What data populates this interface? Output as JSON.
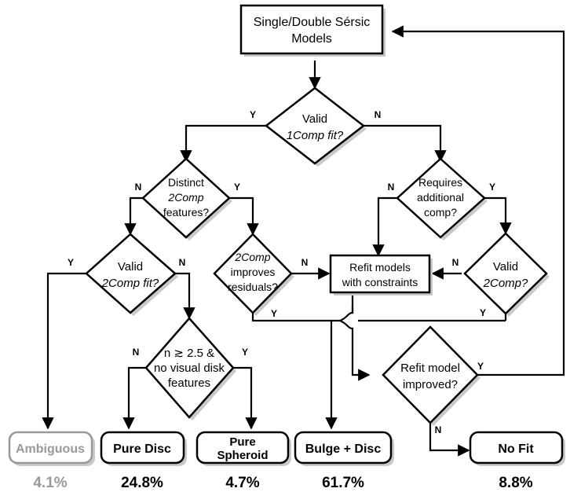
{
  "diagram": {
    "title": "Sersic model decision tree",
    "colors": {
      "stroke": "#000000",
      "fill": "#ffffff",
      "shadow": "#c9c9c9",
      "muted": "#999999"
    },
    "process_nodes": [
      {
        "id": "start",
        "lines": [
          "Single/Double Sérsic",
          "Models"
        ]
      },
      {
        "id": "refit",
        "lines": [
          "Refit models",
          "with constraints"
        ]
      }
    ],
    "decision_nodes": [
      {
        "id": "valid1comp",
        "lines": [
          "Valid",
          "1Comp fit?"
        ],
        "italic_line": 1
      },
      {
        "id": "distinct2comp",
        "lines": [
          "Distinct",
          "2Comp",
          "features?"
        ],
        "italic_line": 1
      },
      {
        "id": "requires_add",
        "lines": [
          "Requires",
          "additional",
          "comp?"
        ],
        "italic_line": -1
      },
      {
        "id": "valid2compfit",
        "lines": [
          "Valid",
          "2Comp fit?"
        ],
        "italic_line": 1
      },
      {
        "id": "improves",
        "lines": [
          "2Comp",
          "improves",
          "residuals?"
        ],
        "italic_line": 0
      },
      {
        "id": "valid2comp",
        "lines": [
          "Valid",
          "2Comp?"
        ],
        "italic_line": 1
      },
      {
        "id": "ndisk",
        "lines": [
          "n ≳ 2.5 &",
          "no visual disk",
          "features"
        ],
        "italic_line": -1
      },
      {
        "id": "refit_improved",
        "lines": [
          "Refit model",
          "improved?"
        ],
        "italic_line": -1
      }
    ],
    "terminal_nodes": [
      {
        "id": "ambiguous",
        "lines": [
          "Ambiguous"
        ],
        "percent": "4.1%",
        "muted": true
      },
      {
        "id": "puredisc",
        "lines": [
          "Pure Disc"
        ],
        "percent": "24.8%",
        "muted": false
      },
      {
        "id": "purespheroid",
        "lines": [
          "Pure",
          "Spheroid"
        ],
        "percent": "4.7%",
        "muted": false
      },
      {
        "id": "bulgedisc",
        "lines": [
          "Bulge + Disc"
        ],
        "percent": "61.7%",
        "muted": false
      },
      {
        "id": "nofit",
        "lines": [
          "No Fit"
        ],
        "percent": "8.8%",
        "muted": false
      }
    ],
    "edge_labels": [
      {
        "id": "e1",
        "text": "Y"
      },
      {
        "id": "e2",
        "text": "N"
      },
      {
        "id": "e3",
        "text": "N"
      },
      {
        "id": "e4",
        "text": "Y"
      },
      {
        "id": "e5",
        "text": "N"
      },
      {
        "id": "e6",
        "text": "Y"
      },
      {
        "id": "e7",
        "text": "Y"
      },
      {
        "id": "e8",
        "text": "N"
      },
      {
        "id": "e9",
        "text": "N"
      },
      {
        "id": "e10",
        "text": "Y"
      },
      {
        "id": "e11",
        "text": "N"
      },
      {
        "id": "e12",
        "text": "Y"
      },
      {
        "id": "e13",
        "text": "N"
      },
      {
        "id": "e14",
        "text": "Y"
      },
      {
        "id": "e15",
        "text": "Y"
      },
      {
        "id": "e16",
        "text": "N"
      }
    ]
  }
}
